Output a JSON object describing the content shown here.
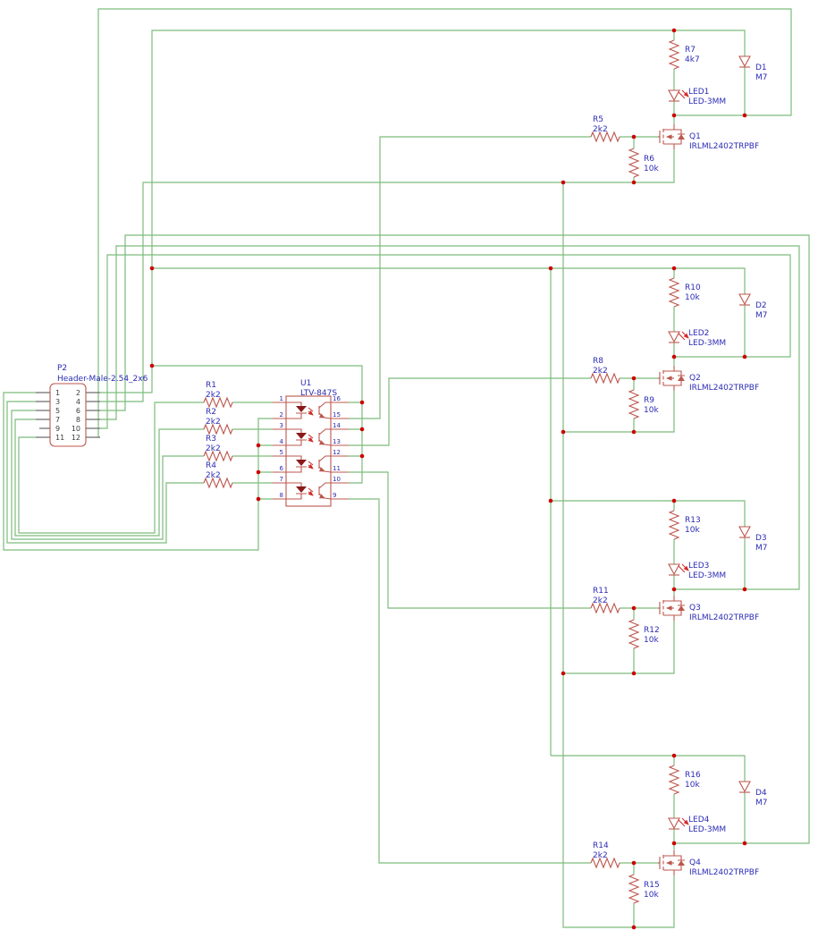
{
  "schematic": {
    "connector": {
      "ref": "P2",
      "value": "Header-Male-2.54_2x6",
      "left_pins": [
        "1",
        "3",
        "5",
        "7",
        "9",
        "11"
      ],
      "right_pins": [
        "2",
        "4",
        "6",
        "8",
        "10",
        "12"
      ]
    },
    "optocoupler": {
      "ref": "U1",
      "value": "LTV-847S",
      "left_pins": [
        "1",
        "2",
        "3",
        "4",
        "5",
        "6",
        "7",
        "8"
      ],
      "right_pins": [
        "16",
        "15",
        "14",
        "13",
        "12",
        "11",
        "10",
        "9"
      ]
    },
    "resistors": [
      {
        "ref": "R1",
        "value": "2k2"
      },
      {
        "ref": "R2",
        "value": "2k2"
      },
      {
        "ref": "R3",
        "value": "2k2"
      },
      {
        "ref": "R4",
        "value": "2k2"
      },
      {
        "ref": "R5",
        "value": "2k2"
      },
      {
        "ref": "R6",
        "value": "10k"
      },
      {
        "ref": "R7",
        "value": "4k7"
      },
      {
        "ref": "R8",
        "value": "2k2"
      },
      {
        "ref": "R9",
        "value": "10k"
      },
      {
        "ref": "R10",
        "value": "10k"
      },
      {
        "ref": "R11",
        "value": "2k2"
      },
      {
        "ref": "R12",
        "value": "10k"
      },
      {
        "ref": "R13",
        "value": "10k"
      },
      {
        "ref": "R14",
        "value": "2k2"
      },
      {
        "ref": "R15",
        "value": "10k"
      },
      {
        "ref": "R16",
        "value": "10k"
      }
    ],
    "leds": [
      {
        "ref": "LED1",
        "value": "LED-3MM"
      },
      {
        "ref": "LED2",
        "value": "LED-3MM"
      },
      {
        "ref": "LED3",
        "value": "LED-3MM"
      },
      {
        "ref": "LED4",
        "value": "LED-3MM"
      }
    ],
    "diodes": [
      {
        "ref": "D1",
        "value": "M7"
      },
      {
        "ref": "D2",
        "value": "M7"
      },
      {
        "ref": "D3",
        "value": "M7"
      },
      {
        "ref": "D4",
        "value": "M7"
      }
    ],
    "mosfets": [
      {
        "ref": "Q1",
        "value": "IRLML2402TRPBF"
      },
      {
        "ref": "Q2",
        "value": "IRLML2402TRPBF"
      },
      {
        "ref": "Q3",
        "value": "IRLML2402TRPBF"
      },
      {
        "ref": "Q4",
        "value": "IRLML2402TRPBF"
      }
    ],
    "colors": {
      "wire": "#7cbc7c",
      "component": "#bc574d",
      "text": "#2b2bb5",
      "junction": "#cc0000",
      "connector_pin": "#6e6e6e",
      "led_fill": "#8b1a1a",
      "arrow": "#d02a2a"
    }
  }
}
